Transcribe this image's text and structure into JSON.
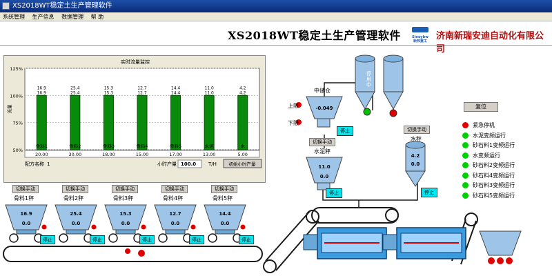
{
  "window": {
    "title": "XS2018WT稳定土生产管理软件"
  },
  "menu": [
    {
      "label": "系统管理"
    },
    {
      "label": "生产信息"
    },
    {
      "label": "数据管理"
    },
    {
      "label": "帮 助"
    }
  ],
  "header": {
    "title": "XS2018WT稳定土生产管理软件",
    "logo_text": "Sinoybw 新邦重工",
    "company": "济南新瑞安迪自动化有限公司"
  },
  "chart_data": {
    "type": "bar",
    "title": "实时流量监控",
    "ylabel": "流量",
    "yticks": [
      "125%",
      "100%",
      "75%",
      "50%"
    ],
    "ylim": [
      50,
      125
    ],
    "categories": [
      "骨料1",
      "骨料2",
      "骨料3",
      "骨料4",
      "骨料5",
      "水泥",
      "水"
    ],
    "setpoint_values": [
      20.0,
      30.0,
      18.0,
      15.0,
      17.0,
      13.0,
      5.0
    ],
    "series": [
      {
        "values_top": [
          16.9,
          25.4,
          15.3,
          12.7,
          14.4,
          11.0,
          4.2
        ]
      },
      {
        "values_bottom": [
          16.9,
          25.4,
          15.3,
          12.7,
          14.4,
          11.0,
          4.2
        ]
      }
    ],
    "bar_percent": [
      100,
      100,
      100,
      100,
      100,
      100,
      100
    ],
    "grid": true,
    "bar_color": "#0a8a0a"
  },
  "chart_footer": {
    "recipe_label": "配方名称",
    "recipe_value": "1",
    "hourly_label": "小时产量",
    "hourly_value": "100.0",
    "hourly_unit": "T/H",
    "init_button": "初始小时产量"
  },
  "aggregate_bins": [
    {
      "switch": "切换手动",
      "name": "骨料1秤",
      "value": "16.9",
      "weight": "0.0",
      "stop": "停止"
    },
    {
      "switch": "切换手动",
      "name": "骨料2秤",
      "value": "25.4",
      "weight": "0.0",
      "stop": "停止"
    },
    {
      "switch": "切换手动",
      "name": "骨料3秤",
      "value": "15.3",
      "weight": "0.0",
      "stop": "停止"
    },
    {
      "switch": "切换手动",
      "name": "骨料4秤",
      "value": "12.7",
      "weight": "0.0",
      "stop": "停止"
    },
    {
      "switch": "切换手动",
      "name": "骨料5秤",
      "value": "14.4",
      "weight": "0.0",
      "stop": "停止"
    }
  ],
  "silos": {
    "label": "停用中"
  },
  "storage": {
    "title": "中储仓",
    "upper_limit": "上限",
    "lower_limit": "下限",
    "value": "-0.049",
    "stop": "停止"
  },
  "cement_scale": {
    "switch": "切换手动",
    "name": "水泥秤",
    "value": "11.0",
    "weight": "0.0",
    "stop": "停止"
  },
  "water_scale": {
    "switch": "切换手动",
    "name": "水秤",
    "value": "4.2",
    "weight": "0.0",
    "stop": "停止"
  },
  "alarms": {
    "reset": "复位",
    "items": [
      {
        "label": "紧急停机",
        "color": "#e00000"
      },
      {
        "label": "水泥变频运行",
        "color": "#00d000"
      },
      {
        "label": "砂石料1变频运行",
        "color": "#00d000"
      },
      {
        "label": "水变频运行",
        "color": "#00d000"
      },
      {
        "label": "砂石料2变频运行",
        "color": "#00d000"
      },
      {
        "label": "砂石料4变频运行",
        "color": "#00d000"
      },
      {
        "label": "砂石料3变频运行",
        "color": "#00d000"
      },
      {
        "label": "砂石料5变频运行",
        "color": "#00d000"
      }
    ]
  },
  "belt_stop": "停止"
}
